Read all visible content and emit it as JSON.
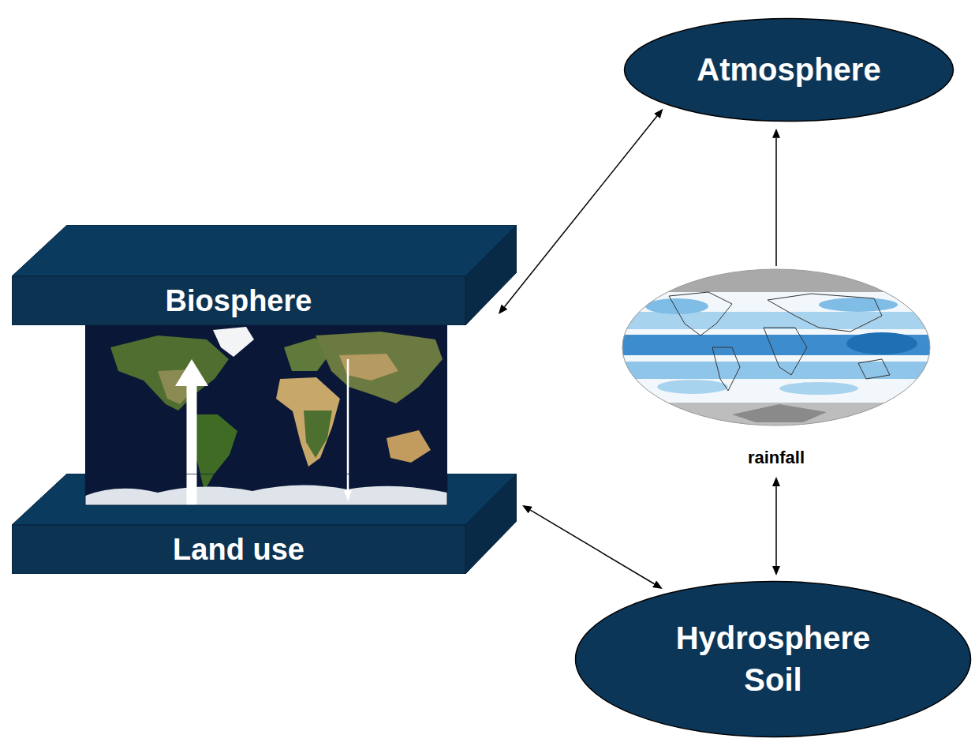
{
  "diagram": {
    "nodes": [
      {
        "text": [
          "Atmosphere"
        ]
      },
      {
        "text": [
          "Biosphere"
        ]
      },
      {
        "text": [
          "rainfall"
        ]
      },
      {
        "text": [
          "Land use"
        ]
      },
      {
        "text": [
          "Hydrosphere Soil"
        ]
      }
    ],
    "edges": [
      {
        "from": 1,
        "to": 0,
        "arrow": "both"
      },
      {
        "from": 2,
        "to": 0,
        "arrow": "to"
      },
      {
        "from": 2,
        "to": 4,
        "arrow": "both"
      },
      {
        "from": 3,
        "to": 4,
        "arrow": "both"
      },
      {
        "from": 3,
        "to": 1,
        "arrow": "to"
      },
      {
        "from": 1,
        "to": 3,
        "arrow": "to"
      }
    ]
  }
}
